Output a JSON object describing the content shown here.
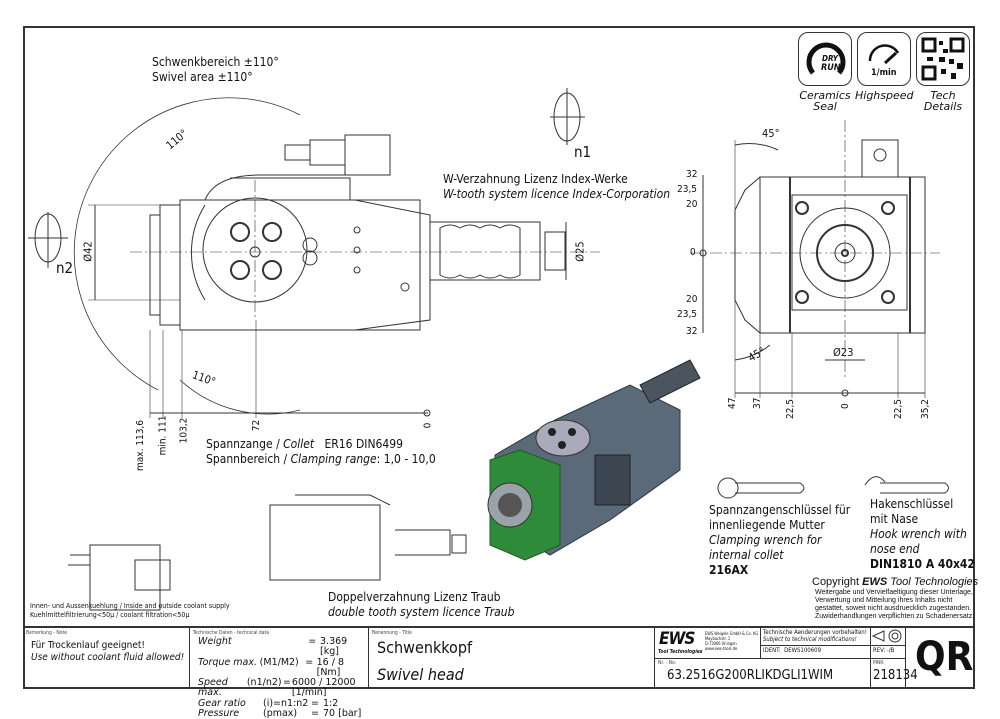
{
  "drawing": {
    "swivel_range": {
      "de": "Schwenkbereich ±110°",
      "en": "Swivel area ±110°"
    },
    "angle_labels": {
      "top": "110°",
      "bottom": "110°",
      "right_top": "45°",
      "right_bottom": "45°"
    },
    "rotation_labels": {
      "n1": "n1",
      "n2": "n2"
    },
    "w_tooth": {
      "de": "W-Verzahnung Lizenz Index-Werke",
      "en": "W-tooth system licence Index-Corporation"
    },
    "side_dims": {
      "d42": "Ø42",
      "d25": "Ø25",
      "d23": "Ø23"
    },
    "bottom_dims": [
      "max. 113,6",
      "min. 111",
      "103,2",
      "72",
      "0"
    ],
    "right_vertical_dims": [
      "32",
      "23,5",
      "20",
      "0",
      "20",
      "23,5",
      "32"
    ],
    "right_horizontal_dims": [
      "47",
      "37",
      "22,5",
      "0",
      "22,5",
      "35,2"
    ],
    "collet": {
      "line1_de": "Spannzange / ",
      "line1_en": "Collet",
      "line1_spec": "ER16    DIN6499",
      "line2_de": "Spannbereich / ",
      "line2_en": "Clamping range",
      "line2_spec": ": 1,0 - 10,0"
    },
    "coolant": {
      "line1": "Innen- und Aussenkuehlung / Inside and outside coolant supply",
      "line2": "Kuehlmittelfiltrierung<50µ / coolant filtration<50µ"
    },
    "double_tooth": {
      "de": "Doppelverzahnung Lizenz Traub",
      "en": "double tooth system licence Traub"
    },
    "clamping_wrench": {
      "de1": "Spannzangenschlüssel für",
      "de2": "innenliegende Mutter",
      "en1": "Clamping wrench for",
      "en2": "internal collet",
      "code": "216AX"
    },
    "hook_wrench": {
      "de1": "Hakenschlüssel",
      "de2": "mit Nase",
      "en1": "Hook wrench with",
      "en2": "nose end",
      "code": "DIN1810  A  40x42"
    },
    "copyright": {
      "title_prefix": "Copyright ",
      "title_brand": "EWS",
      "title_suffix": " Tool Technologies",
      "lines": [
        "Weitergabe und Vervielfaeltigung dieser Unterlage,",
        "Verwertung und Mitteilung ihres Inhalts nicht",
        "gestattet, soweit nicht ausdruecklich zugestanden.",
        "Zuwiderhandlungen verpflichten zu Schadenersatz."
      ]
    }
  },
  "badges": [
    {
      "icon": "dry-run-icon",
      "text1": "DRY",
      "text2": "RUN",
      "label1": "Ceramics",
      "label2": "Seal"
    },
    {
      "icon": "speedometer-icon",
      "text1": "1/min",
      "label1": "Highspeed",
      "label2": ""
    },
    {
      "icon": "qr-code-icon",
      "label1": "Tech",
      "label2": "Details"
    }
  ],
  "title_block": {
    "note_header": "Bemerkung - Note",
    "note_de": "Für Trockenlauf geeignet!",
    "note_en": "Use without coolant fluid allowed!",
    "tech_header": "Technische Daten - technical data",
    "tech_rows": [
      {
        "name": "Weight",
        "param": "",
        "eq": "=",
        "value": "3.369 [kg]"
      },
      {
        "name": "Torque max.",
        "param": "(M1/M2)",
        "eq": "=",
        "value": "16 / 8 [Nm]"
      },
      {
        "name": "Speed max.",
        "param": "(n1/n2)",
        "eq": "=",
        "value": "6000 / 12000 [1/min]"
      },
      {
        "name": "Gear ratio",
        "param": "(i)=n1:n2",
        "eq": "=",
        "value": "1:2"
      },
      {
        "name": "Pressure",
        "param": "(pmax)",
        "eq": "=",
        "value": "70 [bar]"
      }
    ],
    "title_header": "Benennung - Title",
    "title_de": "Schwenkkopf",
    "title_en": "Swivel head",
    "company": {
      "logo": "EWS",
      "logo_sub": "Tool Technologies",
      "address": [
        "EWS Weigele GmbH & Co. KG",
        "Maybachstr. 1",
        "D-73066 Uhingen",
        "www.ews-tools.de"
      ]
    },
    "notice_de": "Technische Aenderungen vorbehalten!",
    "notice_en": "Subject to technical modifications!",
    "ident_label": "IDENT:",
    "ident_value": "DEWS100609",
    "rev_label": "REV:",
    "rev_value": "-/B",
    "nr_header": "Nr. - No.",
    "part_number": "63.2516G200RLIKDGLI1WIM",
    "mnr_header": "MNR.",
    "mnr": "218134",
    "qr_label": "QR"
  },
  "colors": {
    "line": "#333333",
    "housing": "#5a6a78",
    "flange": "#2e8b3a"
  }
}
